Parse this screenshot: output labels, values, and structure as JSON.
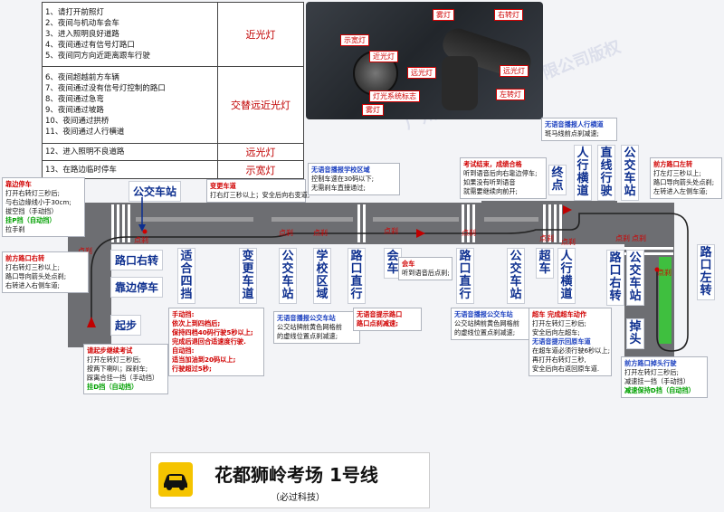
{
  "light_table": {
    "groups": [
      {
        "items": [
          "1、请打开前照灯",
          "2、夜间与机动车会车",
          "3、进入照明良好道路",
          "4、夜间通过有信号灯路口",
          "5、夜间同方向近距离跟车行驶"
        ],
        "light": "近光灯"
      },
      {
        "items": [
          "6、夜间超越前方车辆",
          "7、夜间通过没有信号灯控制的路口",
          "8、夜间通过急弯",
          "9、夜间通过坡路",
          "10、夜间通过拱桥",
          "11、夜间通过人行横道"
        ],
        "light": "交替远近光灯"
      },
      {
        "items": [
          "12、进入照明不良道路"
        ],
        "light": "远光灯"
      },
      {
        "items": [
          "13、在路边临时停车"
        ],
        "light": "示宽灯"
      }
    ]
  },
  "photo_tags": {
    "fog": "雾灯",
    "width": "示宽灯",
    "low": "近光灯",
    "high": "远光灯",
    "sys": "灯光系统标志",
    "fog2": "雾灯",
    "right": "右转灯",
    "left": "左转灯",
    "high2": "远光灯"
  },
  "route_labels": {
    "bus1": "公交车站",
    "right1": "路口右转",
    "pullover": "靠边停车",
    "start": "起步",
    "gear": "适合四挡",
    "lanechange": "变更车道",
    "bus2": "公交车站",
    "school": "学校区域",
    "straight1": "路口直行",
    "meet": "会车",
    "straight2": "路口直行",
    "bus3": "公交车站",
    "overtake": "超车",
    "crosswalk1": "人行横道",
    "end": "终点",
    "crosswalk2": "人行横道",
    "straightdrive": "直线行驶",
    "bus4": "公交车站",
    "right2": "路口右转",
    "bus5": "公交车站",
    "uturn": "掉头",
    "left": "路口左转"
  },
  "points": {
    "p1": "点刹",
    "p2": "点刹",
    "p3": "点刹",
    "p4": "点刹",
    "p5": "点刹",
    "p6": "点刹",
    "p7": "点刹",
    "p8": "点刹",
    "p9": "点刹",
    "p10": "点刹",
    "p11": "点刹"
  },
  "notes": {
    "pullover": [
      "靠边停车",
      "打开右转灯三秒后;",
      "与右边缘线小于30cm;",
      "拔空挡（手动挡）",
      "挂P挡（自动挡）",
      "拉手刹"
    ],
    "right_turn": [
      "前方路口右转",
      "打右转灯三秒以上;",
      "路口导向箭头处点刹;",
      "右转进入右侧车道;"
    ],
    "start": [
      "请起步继续考试",
      "打开左转灯三秒后;",
      "按两下喇叭；踩刹车;",
      "踩离合挂一挡（手动挡）",
      "挂D挡（自动挡）"
    ],
    "lanechange": [
      "变更车道",
      "打右灯三秒以上；安全后向右变道;"
    ],
    "gear": [
      "手动挡:",
      "依次上到四档后;",
      "保持四档40码行驶5秒以上;",
      "完成后退回合适速度行驶.",
      "自动挡:",
      "适当加油到20码以上;",
      "行驶超过5秒;"
    ],
    "school": [
      "无语音播报学校区域",
      "控制车速在30码以下;",
      "无需刹车直接通过;"
    ],
    "bus_a": [
      "无语音播报公交车站",
      "公交站牌前黄色网格前",
      "的虚线位置点刹减速;"
    ],
    "meet": [
      "会车",
      "听到语音后点刹;"
    ],
    "straight": [
      "无语音提示路口",
      "路口点刹减速;"
    ],
    "bus_b": [
      "无语音播报公交车站",
      "公交站牌前黄色网格前",
      "的虚线位置点刹减速;"
    ],
    "finish": [
      "考试结束，成绩合格",
      "听到语音后向右靠边停车;",
      "如果没有听到语音",
      "就需要继续向前开;"
    ],
    "overtake": [
      "超车 完成超车动作",
      "打开左转灯三秒后;",
      "安全后向左超车;",
      "无语音提示回原车道",
      "在超车道必须行驶6秒以上;",
      "再打开右转灯三秒,",
      "安全后向右返回原车道."
    ],
    "crosswalk": [
      "无语音播报人行横道",
      "斑马线前点刹减速;"
    ],
    "left_turn": [
      "前方路口左转",
      "打左灯三秒以上;",
      "路口导向箭头处点刹;",
      "左转进入左侧车道;"
    ],
    "uturn": [
      "前方路口掉头行驶",
      "打开左转灯三秒后;",
      "减速挂一挡（手动挡）",
      "减速保持D挡（自动挡）"
    ]
  },
  "footer": {
    "title": "花都狮岭考场 1号线",
    "subtitle": "（必过科技）"
  },
  "watermark": "广州泛亚驾驶技术有限公司版权",
  "colors": {
    "route_text": "#0d2f8f",
    "alert": "#d00000",
    "road": "#6d6e72",
    "grass": "#3fbf3f"
  }
}
